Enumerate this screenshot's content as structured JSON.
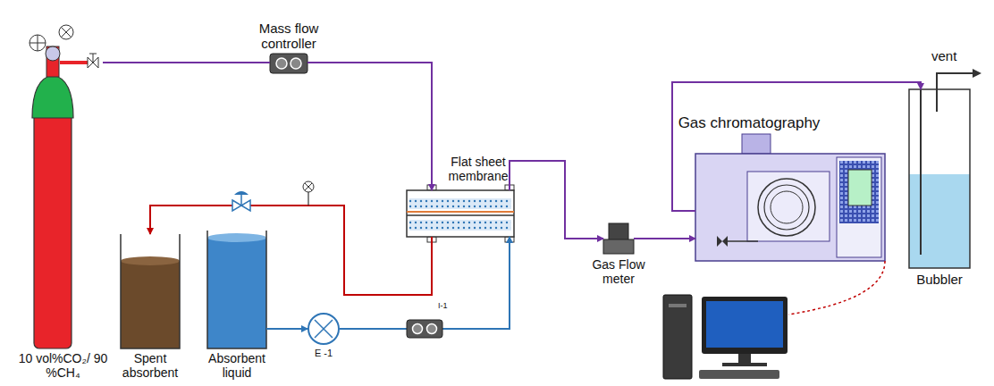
{
  "diagram": {
    "nodes": [
      {
        "text": [
          "Mass flow controller"
        ]
      },
      {
        "text": [
          "Flat sheet membrane"
        ]
      },
      {
        "text": [
          "Gas chromatography"
        ]
      },
      {
        "text": [
          "Bubbler"
        ]
      },
      {
        "text": [
          "Gas Flow meter"
        ]
      },
      {
        "text": [
          "10 vol%CO₂/ 90 %CH₄"
        ]
      },
      {
        "text": [
          "Spent absorbent"
        ]
      },
      {
        "text": [
          "Absorbent liquid"
        ]
      },
      {
        "text": [
          "E -1"
        ]
      }
    ],
    "edges": [
      {
        "from": 5,
        "to": 0,
        "arrow": "none"
      },
      {
        "from": 0,
        "to": 1,
        "arrow": "to"
      },
      {
        "from": 1,
        "to": 4,
        "arrow": "to"
      },
      {
        "from": 4,
        "to": 2,
        "arrow": "to"
      },
      {
        "from": 2,
        "to": 3,
        "arrow": "to"
      },
      {
        "from": 7,
        "to": 8,
        "arrow": "to"
      },
      {
        "from": 8,
        "to": 1,
        "arrow": "to"
      },
      {
        "from": 1,
        "to": 6,
        "arrow": "to"
      }
    ],
    "labels": [
      "vent",
      "I-1"
    ]
  }
}
